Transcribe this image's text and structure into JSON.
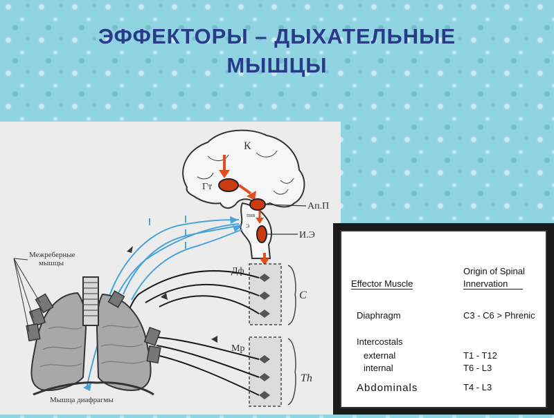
{
  "title_line1": "ЭФФЕКТОРЫ – ДЫХАТЕЛЬНЫЕ",
  "title_line2": "МЫШЦЫ",
  "diagram": {
    "label_k": "К",
    "label_gt": "Гт",
    "label_ap": "Ап.П",
    "label_ie": "И.Э",
    "label_df": "Дф",
    "label_mr": "Мр",
    "label_c": "C",
    "label_th": "Th",
    "label_intercostal_1": "Межреберные",
    "label_intercostal_2": "мышцы",
    "label_diaphragm": "Мышца диафрагмы",
    "label_small_1": "пнв",
    "label_small_2": "Э",
    "colors": {
      "nerve_blue": "#4aa3d6",
      "nerve_black": "#1a1a1a",
      "arrow_red": "#e0501e",
      "nucleus": "#cc3a10"
    }
  },
  "table": {
    "header_left": "Effector Muscle",
    "header_right_1": "Origin of Spinal",
    "header_right_2": "Innervation",
    "rows": [
      {
        "muscle": "Diaphragm",
        "origin": "C3 - C6 > Phrenic"
      },
      {
        "muscle": "Intercostals",
        "origin": ""
      },
      {
        "muscle": "external",
        "origin": "T1 - T12"
      },
      {
        "muscle": "internal",
        "origin": "T6 - L3"
      },
      {
        "muscle": "Abdominals",
        "origin": "T4 - L3"
      }
    ]
  }
}
